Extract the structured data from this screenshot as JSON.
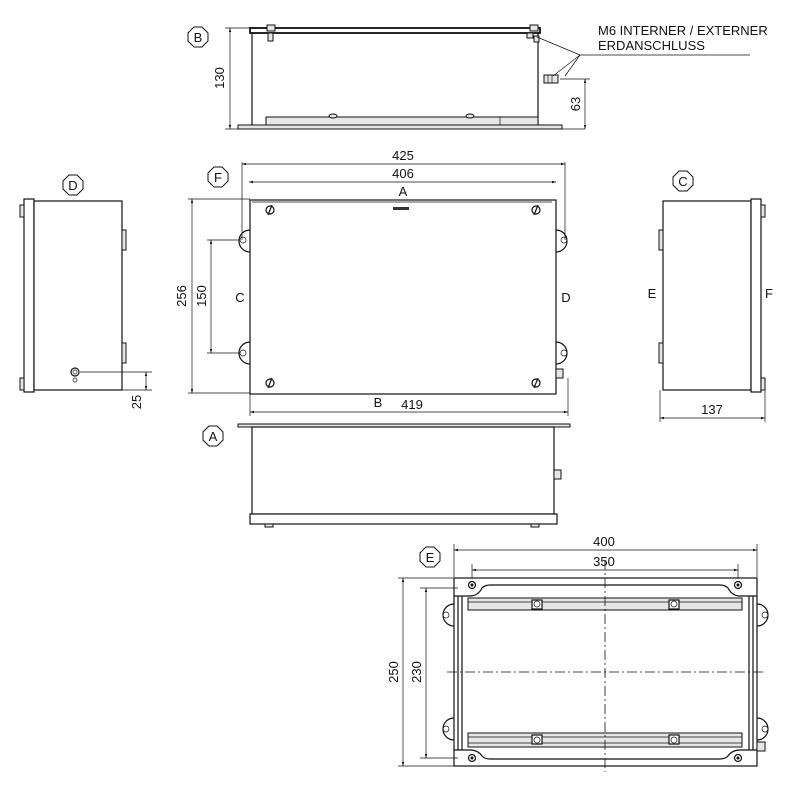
{
  "drawing": {
    "views": {
      "A": {
        "label": "A"
      },
      "B": {
        "label": "B"
      },
      "C": {
        "label": "C"
      },
      "D": {
        "label": "D"
      },
      "E": {
        "label": "E"
      },
      "F": {
        "label": "F"
      }
    },
    "annotation": {
      "line1": "M6 INTERNER / EXTERNER",
      "line2": "ERDANSCHLUSS"
    },
    "side_letters": {
      "front_top": "A",
      "front_bottom": "B",
      "front_left": "C",
      "front_right": "D",
      "side_left": "E",
      "side_right": "F"
    },
    "dimensions": {
      "view_b_height": "130",
      "view_b_ground": "63",
      "overall_width": "425",
      "inner_width": "406",
      "base_width": "419",
      "front_height": "256",
      "hole_spacing_vertical": "150",
      "view_d_offset": "25",
      "depth": "137",
      "back_width": "400",
      "rail_spacing": "350",
      "back_height": "250",
      "back_inner_height": "230"
    },
    "colors": {
      "line": "#111111",
      "background": "#ffffff"
    }
  }
}
